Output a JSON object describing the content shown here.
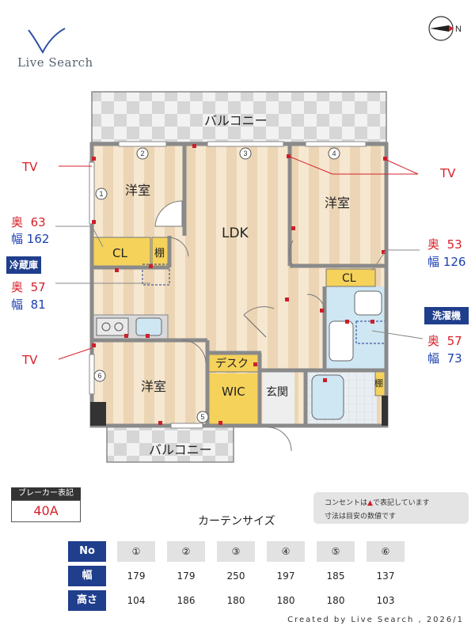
{
  "brand": {
    "name": "Live Search"
  },
  "compass": {
    "north_label": "N"
  },
  "rooms": {
    "balcony_top": "バルコニー",
    "balcony_bottom": "バルコニー",
    "western_room": "洋室",
    "ldk": "LDK",
    "cl": "CL",
    "shelf": "棚",
    "desk": "デスク",
    "wic": "WIC",
    "entrance": "玄関"
  },
  "window_numbers": [
    "1",
    "2",
    "3",
    "4",
    "5",
    "6"
  ],
  "side_labels": {
    "tv": "TV",
    "depth": "奥",
    "width": "幅",
    "cl_left": {
      "depth": "63",
      "width": "162"
    },
    "fridge": {
      "title": "冷蔵庫",
      "depth": "57",
      "width": "81"
    },
    "cl_right": {
      "depth": "53",
      "width": "126"
    },
    "washer": {
      "title": "洗濯機",
      "depth": "57",
      "width": "73"
    }
  },
  "breaker": {
    "title": "ブレーカー表記",
    "value": "40A"
  },
  "note": {
    "line1_pre": "コンセントは",
    "line1_post": "で表記しています",
    "line2": "寸法は目安の数値です"
  },
  "curtain": {
    "title": "カーテンサイズ",
    "header_no": "No",
    "header_width": "幅",
    "header_height": "高さ",
    "numbers": [
      "①",
      "②",
      "③",
      "④",
      "⑤",
      "⑥"
    ],
    "widths": [
      "179",
      "179",
      "250",
      "197",
      "185",
      "137"
    ],
    "heights": [
      "104",
      "186",
      "180",
      "180",
      "180",
      "103"
    ]
  },
  "footer": "Created by Live Search , 2026/1",
  "colors": {
    "navy": "#1f3e8c",
    "red": "#d8202a",
    "blue": "#1b3fae",
    "wall": "#8a8a8a",
    "floor_light": "#f6e7d0",
    "floor_dark": "#ecd5b4",
    "cl_yellow": "#f5d25a",
    "bath_blue": "#cfe6f3",
    "outlet": "#cc1f2a"
  }
}
